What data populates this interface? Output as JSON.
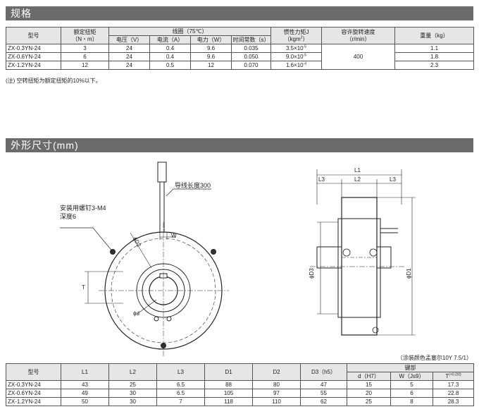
{
  "section1": {
    "title": "规格"
  },
  "spec_table": {
    "headers": {
      "model": "型号",
      "torque": "额定扭矩",
      "torque_unit": "（N・m）",
      "coil": "线圈（75℃）",
      "voltage": "电压（V）",
      "current": "电流（A）",
      "power": "电力（W）",
      "time_const": "时间常数（s）",
      "inertia": "惯性力矩J",
      "inertia_unit": "（kgm",
      "inertia_unit_sup": "2",
      "inertia_unit_end": "）",
      "speed": "容许旋转速度",
      "speed_unit": "（r/min）",
      "weight": "重量（kg）"
    },
    "rows": [
      {
        "model": "ZX-0.3YN-24",
        "torque": "3",
        "voltage": "24",
        "current": "0.4",
        "power": "9.6",
        "time_const": "0.035",
        "inertia_base": "3.5×10",
        "inertia_exp": "-5",
        "weight": "1.1"
      },
      {
        "model": "ZX-0.6YN-24",
        "torque": "6",
        "voltage": "24",
        "current": "0.4",
        "power": "9.6",
        "time_const": "0.050",
        "inertia_base": "9.0×10",
        "inertia_exp": "-5",
        "weight": "1.8"
      },
      {
        "model": "ZX-1.2YN-24",
        "torque": "12",
        "voltage": "24",
        "current": "0.5",
        "power": "12",
        "time_const": "0.070",
        "inertia_base": "1.6×10",
        "inertia_exp": "-4",
        "weight": "2.3"
      }
    ],
    "speed_value": "400"
  },
  "note": "(注) 空转扭矩为额定扭矩的10%以下。",
  "section2": {
    "title": "外形尺寸(mm)"
  },
  "drawing": {
    "lead_length": "导线长度300",
    "mount_screw": "安装用螺钉3-M4",
    "depth": "深度6",
    "labels": {
      "D2": "ϕD2",
      "W": "W",
      "T": "T",
      "d": "ϕd",
      "L1": "L1",
      "L2": "L2",
      "L3": "L3",
      "D3": "ϕD3",
      "D1": "ϕD1"
    }
  },
  "paint_note": "（涂装颜色孟塞尔10Y 7.5/1）",
  "dim_table": {
    "headers": {
      "model": "型号",
      "L1": "L1",
      "L2": "L2",
      "L3": "L3",
      "D1": "D1",
      "D2": "D2",
      "D3": "D3（h5）",
      "keyway": "键部",
      "d": "d（H7）",
      "W": "W（Js9）",
      "T": "T",
      "T_tol": "(+0.2/0)"
    },
    "rows": [
      {
        "model": "ZX-0.3YN-24",
        "L1": "43",
        "L2": "25",
        "L3": "6.5",
        "D1": "88",
        "D2": "80",
        "D3": "47",
        "d": "15",
        "W": "5",
        "T": "17.3"
      },
      {
        "model": "ZX-0.6YN-24",
        "L1": "49",
        "L2": "30",
        "L3": "6.5",
        "D1": "105",
        "D2": "97",
        "D3": "55",
        "d": "20",
        "W": "6",
        "T": "22.8"
      },
      {
        "model": "ZX-1.2YN-24",
        "L1": "50",
        "L2": "30",
        "L3": "7",
        "D1": "118",
        "D2": "110",
        "D3": "62",
        "d": "25",
        "W": "8",
        "T": "28.3"
      }
    ]
  }
}
